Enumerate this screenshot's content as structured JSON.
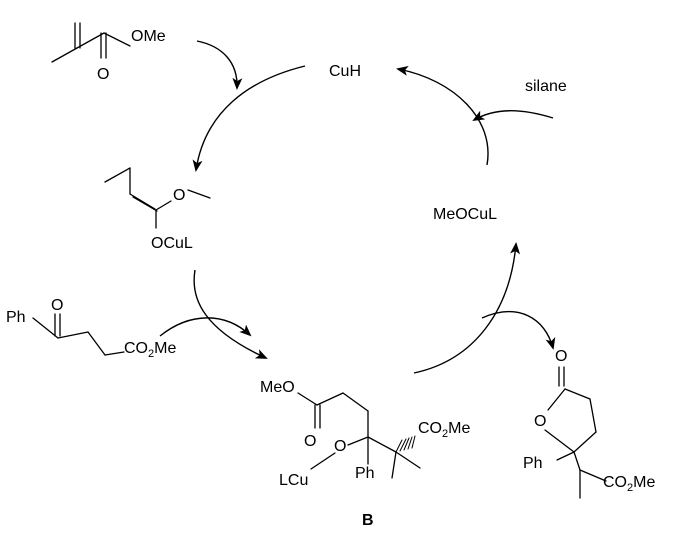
{
  "catalyst": "CuH",
  "reagent_silane": "silane",
  "methoxide": "MeOCuL",
  "methacrylate": {
    "ome": "OMe",
    "o": "O"
  },
  "enolate": {
    "o": "O",
    "ocul": "OCuL"
  },
  "ketoester": {
    "o": "O",
    "ph": "Ph",
    "co2me_prefix": "CO",
    "co2me_sub": "2",
    "co2me_suffix": "Me"
  },
  "intermediate": {
    "meo": "MeO",
    "o_carbonyl": "O",
    "o_alkoxide": "O",
    "lcu": "LCu",
    "ph": "Ph",
    "co2me_prefix": "CO",
    "co2me_sub": "2",
    "co2me_suffix": "Me"
  },
  "lactone": {
    "o_carbonyl": "O",
    "o_ring": "O",
    "ph": "Ph",
    "co2me_prefix": "CO",
    "co2me_sub": "2",
    "co2me_suffix": "Me"
  },
  "intermediate_label": "B"
}
